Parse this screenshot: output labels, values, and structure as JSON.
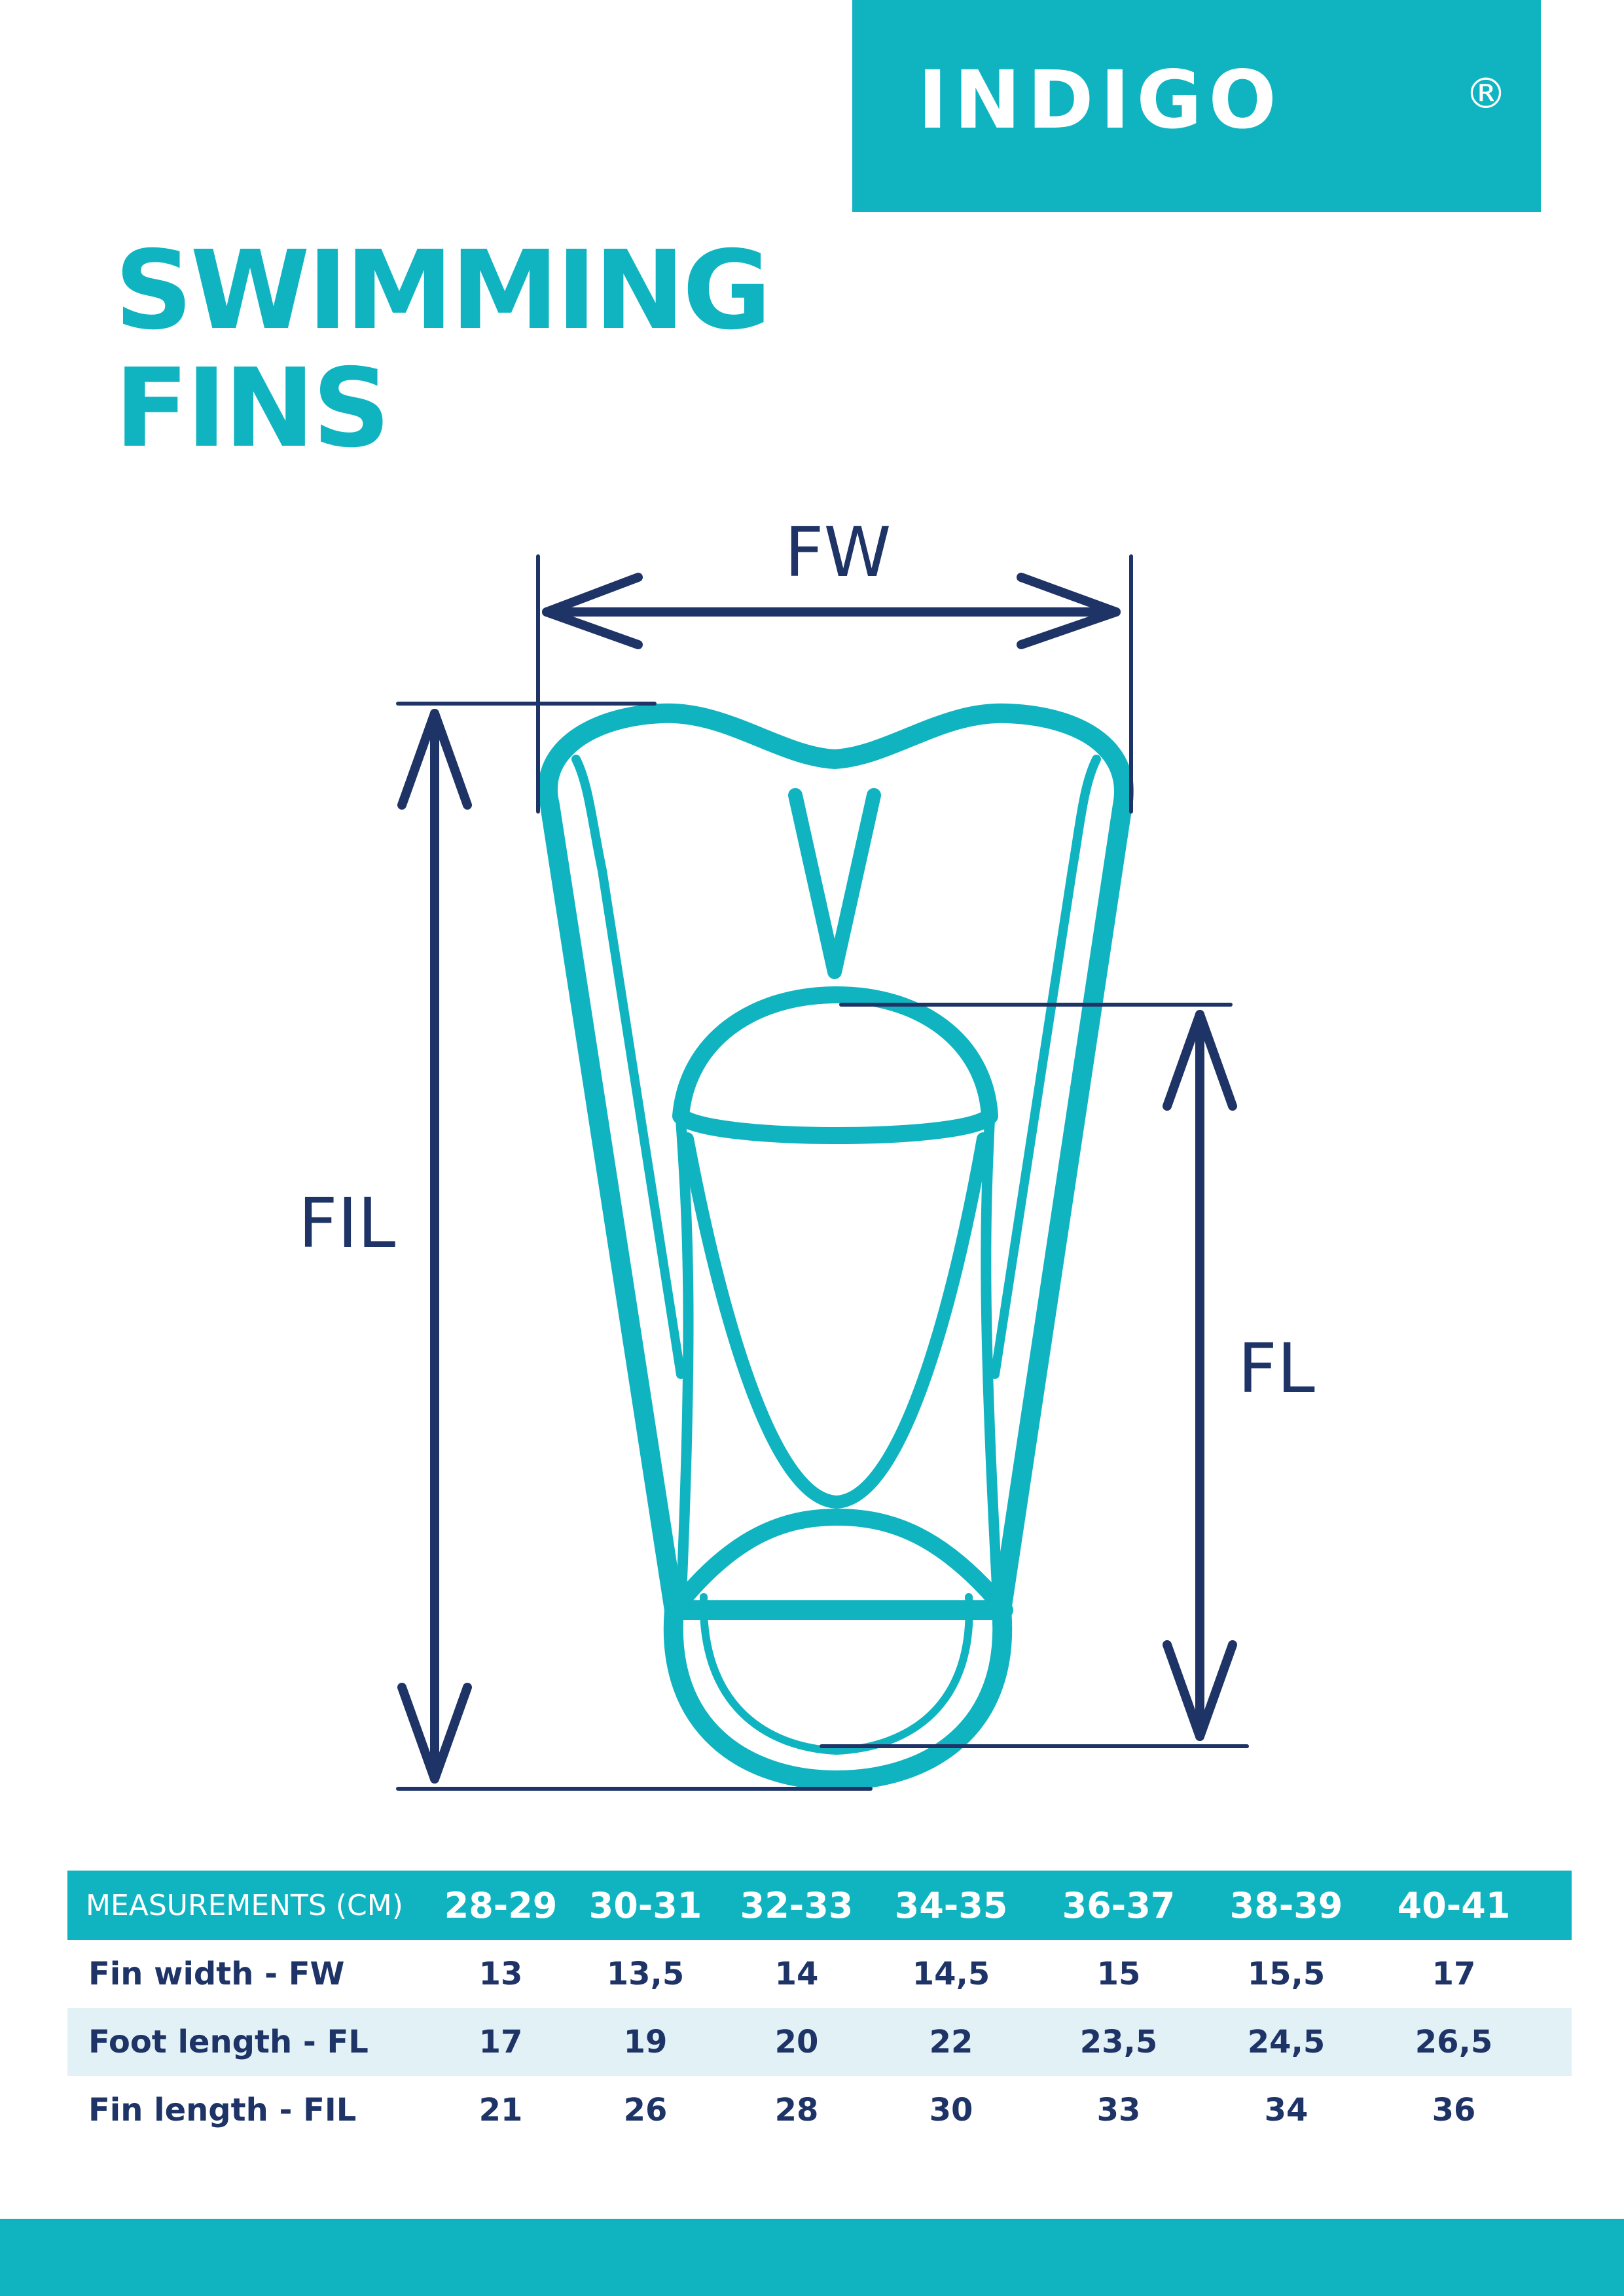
{
  "brand": {
    "logo_text": "INDIGO",
    "logo_mark": "®",
    "brand_color": "#10b4c1",
    "text_color": "#1f3466"
  },
  "title": {
    "line1": "SWIMMING",
    "line2": "FINS"
  },
  "diagram": {
    "labels": {
      "fin_width": "FW",
      "fin_length": "FIL",
      "foot_length": "FL"
    }
  },
  "table": {
    "header": {
      "label": "MEASUREMENTS (CM)",
      "sizes": [
        "28-29",
        "30-31",
        "32-33",
        "34-35",
        "36-37",
        "38-39",
        "40-41"
      ]
    },
    "rows": [
      {
        "label": "Fin width - FW",
        "values": [
          "13",
          "13,5",
          "14",
          "14,5",
          "15",
          "15,5",
          "17"
        ]
      },
      {
        "label": "Foot length - FL",
        "values": [
          "17",
          "19",
          "20",
          "22",
          "23,5",
          "24,5",
          "26,5"
        ]
      },
      {
        "label": "Fin length - FIL",
        "values": [
          "21",
          "26",
          "28",
          "30",
          "33",
          "34",
          "36"
        ]
      }
    ]
  }
}
